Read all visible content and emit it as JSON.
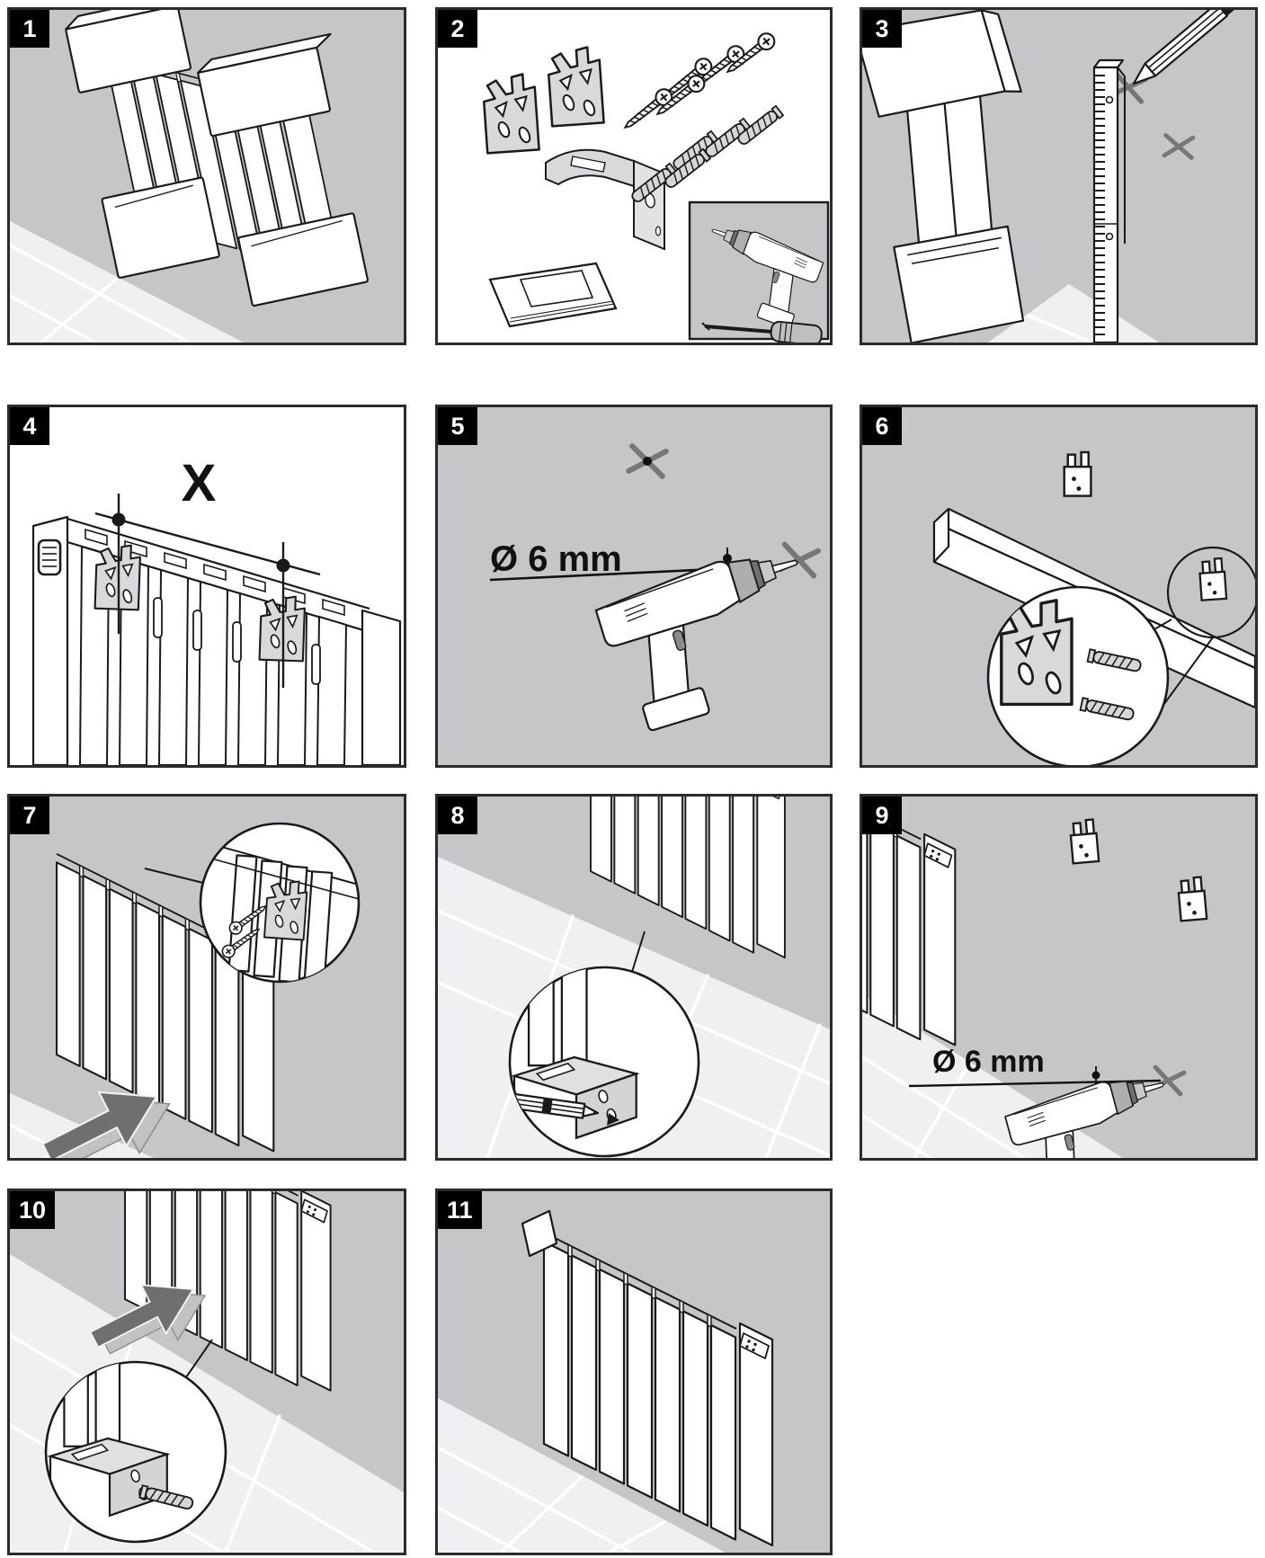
{
  "page": {
    "type": "assembly-instruction-sheet"
  },
  "colors": {
    "wall_gray": "#c6c6c8",
    "floor_light": "#f0f0f2",
    "line": "#1a1a1a",
    "bracket_gray": "#d9d9db",
    "arrow_gray": "#6f6f71",
    "arrow_side_gray": "#c2c2c4",
    "badge_background": "#000000",
    "badge_text": "#ffffff",
    "panel_border": "#2b2b2b",
    "panel_background_white": "#ffffff",
    "xmark_gray": "#77777a"
  },
  "panels": [
    {
      "number": "1",
      "icon": "radiator-packaged-leaning-icon"
    },
    {
      "number": "2",
      "icon": "mounting-kit-parts-and-tools-icon"
    },
    {
      "number": "3",
      "icon": "mark-wall-with-ruler-and-pencil-icon"
    },
    {
      "number": "4",
      "icon": "bracket-spacing-measurement-icon",
      "label": "X"
    },
    {
      "number": "5",
      "icon": "drill-wall-holes-icon",
      "label": "Ø 6 mm"
    },
    {
      "number": "6",
      "icon": "insert-wall-plugs-into-brackets-icon"
    },
    {
      "number": "7",
      "icon": "hang-radiator-on-brackets-icon"
    },
    {
      "number": "8",
      "icon": "mark-bottom-bracket-hole-icon"
    },
    {
      "number": "9",
      "icon": "drill-bottom-hole-icon",
      "label": "Ø 6 mm"
    },
    {
      "number": "10",
      "icon": "push-radiator-to-wall-icon"
    },
    {
      "number": "11",
      "icon": "radiator-mounted-complete-icon"
    }
  ]
}
